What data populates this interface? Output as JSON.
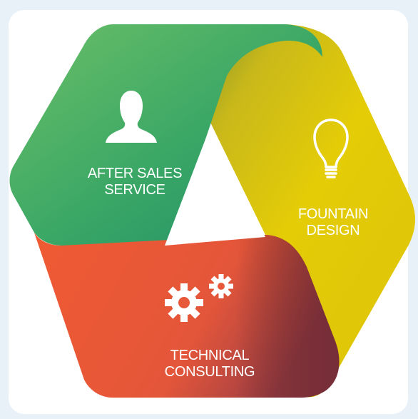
{
  "segments": [
    {
      "id": "after_sales",
      "label_lines": [
        "AFTER SALES",
        "SERVICE"
      ],
      "icon": "person-icon",
      "color": "#3daa6a"
    },
    {
      "id": "fountain_design",
      "label_lines": [
        "FOUNTAIN",
        "DESIGN"
      ],
      "icon": "lightbulb-icon",
      "color": "#e1c908"
    },
    {
      "id": "technical_consulting",
      "label_lines": [
        "TECHNICAL",
        "CONSULTING"
      ],
      "icon": "gears-icon",
      "color": "#e8583a"
    }
  ],
  "colors": {
    "page_background": "#e9f1f8",
    "card_background": "#ffffff",
    "label_text": "#ffffff"
  }
}
